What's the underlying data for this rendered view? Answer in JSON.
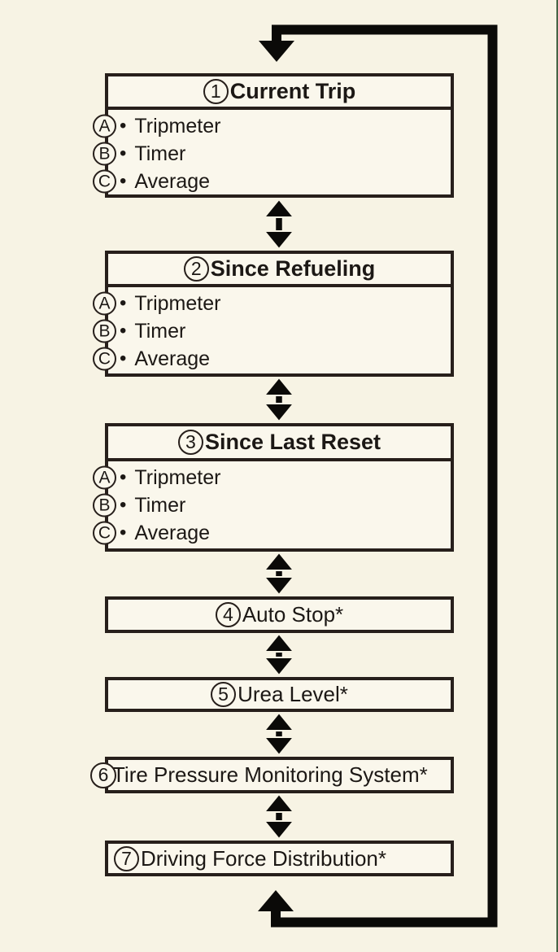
{
  "page": {
    "background_color": "#f7f3e4",
    "box_fill_color": "#faf7ec",
    "box_border_color": "#271f1b",
    "arrow_color": "#0b0a08",
    "right_edge_line_color": "#466446",
    "text_color": "#1c1815"
  },
  "glyphs": {
    "bullet": "•"
  },
  "menu": {
    "groups": [
      {
        "number": "1",
        "title": "Current Trip",
        "items": [
          {
            "letter": "A",
            "label": "Tripmeter"
          },
          {
            "letter": "B",
            "label": "Timer"
          },
          {
            "letter": "C",
            "label": "Average"
          }
        ]
      },
      {
        "number": "2",
        "title": "Since Refueling",
        "items": [
          {
            "letter": "A",
            "label": "Tripmeter"
          },
          {
            "letter": "B",
            "label": "Timer"
          },
          {
            "letter": "C",
            "label": "Average"
          }
        ]
      },
      {
        "number": "3",
        "title": "Since Last Reset",
        "items": [
          {
            "letter": "A",
            "label": "Tripmeter"
          },
          {
            "letter": "B",
            "label": "Timer"
          },
          {
            "letter": "C",
            "label": "Average"
          }
        ]
      },
      {
        "number": "4",
        "title": "Auto Stop*"
      },
      {
        "number": "5",
        "title": "Urea Level*"
      },
      {
        "number": "6",
        "title": "Tire Pressure Monitoring System*"
      },
      {
        "number": "7",
        "title": "Driving Force Distribution*"
      }
    ]
  }
}
